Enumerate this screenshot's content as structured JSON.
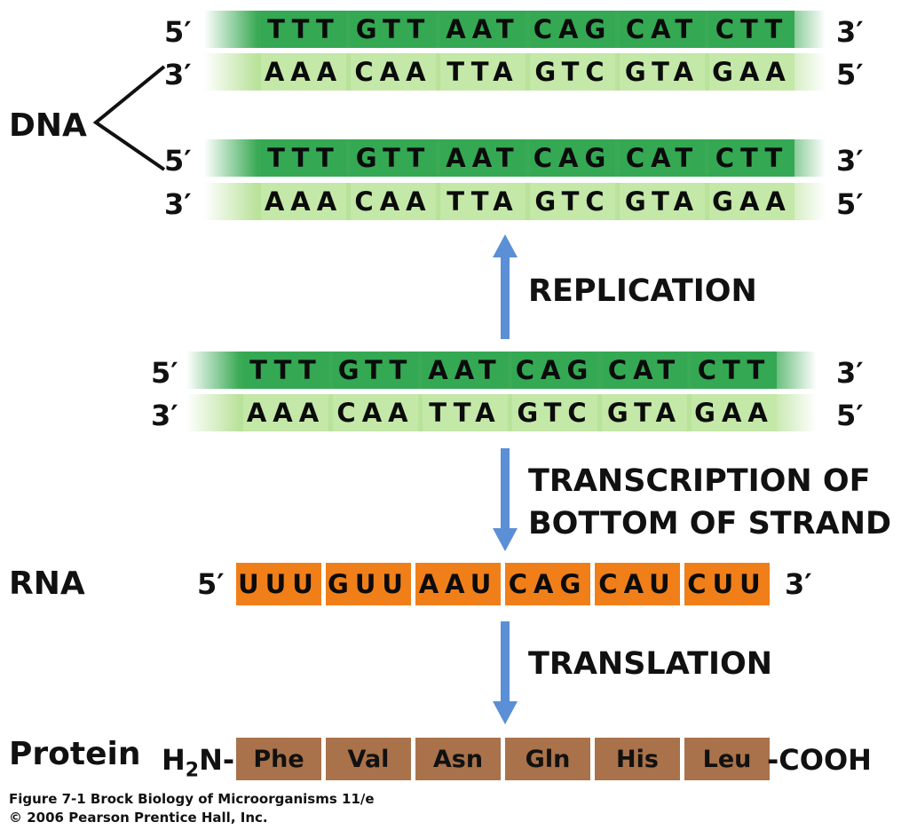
{
  "dna": {
    "label": "DNA",
    "top_strand": {
      "left_end": "5′",
      "right_end": "3′",
      "codons": [
        "TTT",
        "GTT",
        "AAT",
        "CAG",
        "CAT",
        "CTT"
      ]
    },
    "bottom_strand": {
      "left_end": "3′",
      "right_end": "5′",
      "codons": [
        "AAA",
        "CAA",
        "TTA",
        "GTC",
        "GTA",
        "GAA"
      ]
    }
  },
  "replication_label": "REPLICATION",
  "transcription_label": [
    "TRANSCRIPTION OF",
    "BOTTOM OF STRAND"
  ],
  "rna": {
    "label": "RNA",
    "left_end": "5′",
    "right_end": "3′",
    "codons": [
      "UUU",
      "GUU",
      "AAU",
      "CAG",
      "CAU",
      "CUU"
    ]
  },
  "translation_label": "TRANSLATION",
  "protein": {
    "label": "Protein",
    "n_terminus": "H",
    "n_terminus_sub": "2",
    "n_terminus_tail": "N-",
    "c_terminus": "-COOH",
    "amino_acids": [
      "Phe",
      "Val",
      "Asn",
      "Gln",
      "His",
      "Leu"
    ]
  },
  "caption": {
    "line1": "Figure 7-1  Brock Biology of Microorganisms 11/e",
    "line2": "© 2006 Pearson Prentice Hall, Inc."
  },
  "colors": {
    "dna_top": "#34a853",
    "dna_bottom": "#c4e8a8",
    "rna": "#f07f1a",
    "protein": "#a9724a",
    "arrow": "#5b8fd6"
  }
}
